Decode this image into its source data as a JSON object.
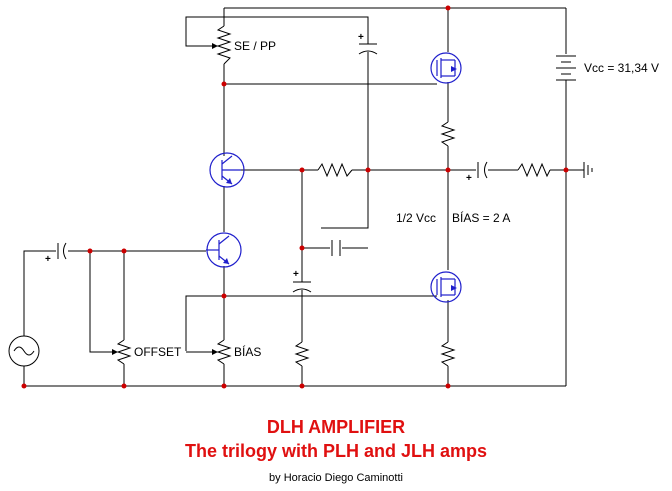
{
  "labels": {
    "se_pp": "SE / PP",
    "vcc": "Vcc = 31,34 V",
    "half_vcc": "1/2 Vcc",
    "bias_current": "BÍAS = 2 A",
    "offset": "OFFSET",
    "bias_pot": "BÍAS"
  },
  "title": {
    "line1": "DLH AMPLIFIER",
    "line2": "The trilogy with PLH and JLH amps"
  },
  "author": "by Horacio Diego Caminotti",
  "colors": {
    "title": "#e01010",
    "node": "#cc0000",
    "transistor": "#1f1fcc",
    "wire": "#000000"
  }
}
